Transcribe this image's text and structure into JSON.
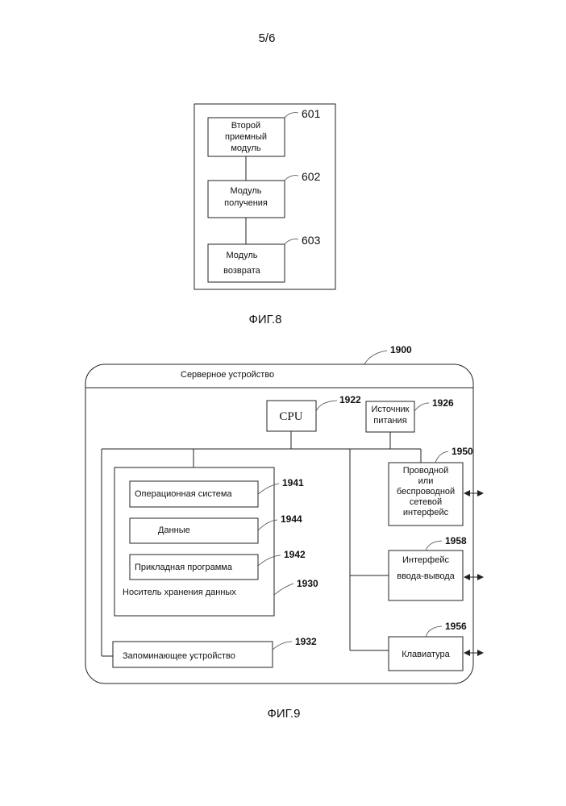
{
  "page_number": "5/6",
  "fig8": {
    "caption": "ФИГ.8",
    "blocks": [
      {
        "ref": "601",
        "lines": [
          "Второй",
          "приемный",
          "модуль"
        ]
      },
      {
        "ref": "602",
        "lines": [
          "Модуль",
          "получения"
        ]
      },
      {
        "ref": "603",
        "lines": [
          "Модуль",
          "возврата"
        ]
      }
    ]
  },
  "fig9": {
    "caption": "ФИГ.9",
    "device": {
      "ref": "1900",
      "title": "Серверное устройство"
    },
    "cpu": {
      "ref": "1922",
      "label": "CPU"
    },
    "power": {
      "ref": "1926",
      "lines": [
        "Источник",
        "питания"
      ]
    },
    "network": {
      "ref": "1950",
      "lines": [
        "Проводной",
        "или",
        "беспроводной",
        "сетевой",
        "интерфейс"
      ]
    },
    "io": {
      "ref": "1958",
      "lines": [
        "Интерфейс",
        "ввода-вывода"
      ]
    },
    "keyboard": {
      "ref": "1956",
      "label": "Клавиатура"
    },
    "storage_medium": {
      "ref": "1930",
      "label": "Носитель хранения данных"
    },
    "os": {
      "ref": "1941",
      "label": "Операционная система"
    },
    "data": {
      "ref": "1944",
      "label": "Данные"
    },
    "app": {
      "ref": "1942",
      "label": "Прикладная программа"
    },
    "memory": {
      "ref": "1932",
      "label": "Запоминающее устройство"
    }
  }
}
